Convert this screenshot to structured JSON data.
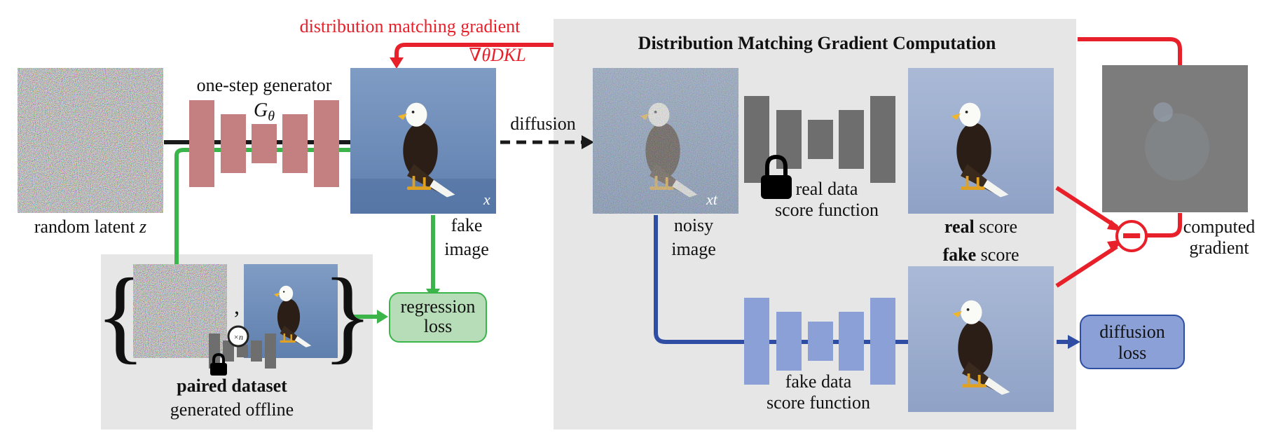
{
  "labels": {
    "random_latent": "random latent",
    "random_latent_var": "z",
    "generator_title": "one-step generator",
    "generator_symbol_main": "G",
    "generator_symbol_sub": "θ",
    "dmg_label": "distribution matching gradient",
    "grad_symbol": "∇θDKL",
    "diffusion": "diffusion",
    "fake_image_line1": "fake",
    "fake_image_line2": "image",
    "x_label": "x",
    "xt_label": "xt",
    "box_title": "Distribution Matching Gradient Computation",
    "noisy_line1": "noisy",
    "noisy_line2": "image",
    "real_data_line1": "real data",
    "real_data_line2": "score function",
    "real_score_bold": "real",
    "real_score_rest": " score",
    "fake_score_bold": "fake",
    "fake_score_rest": " score",
    "computed_line1": "computed",
    "computed_line2": "gradient",
    "paired_bold": "paired dataset",
    "paired_sub": "generated offline",
    "regression_line1": "regression",
    "regression_line2": "loss",
    "diffusion_loss_line1": "diffusion",
    "diffusion_loss_line2": "loss",
    "fake_data_line1": "fake data",
    "fake_data_line2": "score function",
    "comma": ",",
    "times_n": "×n"
  },
  "colors": {
    "red": "#e8202a",
    "green": "#3bb54a",
    "blue": "#2f4ea3",
    "black": "#1a1a1a",
    "gen_block": "#c48080",
    "real_block": "#6e6e6e",
    "fake_block": "#8aa0d6",
    "panel": "#e6e6e6",
    "regression_fill": "#b7dcb8",
    "regression_stroke": "#3bb54a",
    "diffloss_fill": "#8aa0d6",
    "diffloss_stroke": "#2f4ea3"
  }
}
